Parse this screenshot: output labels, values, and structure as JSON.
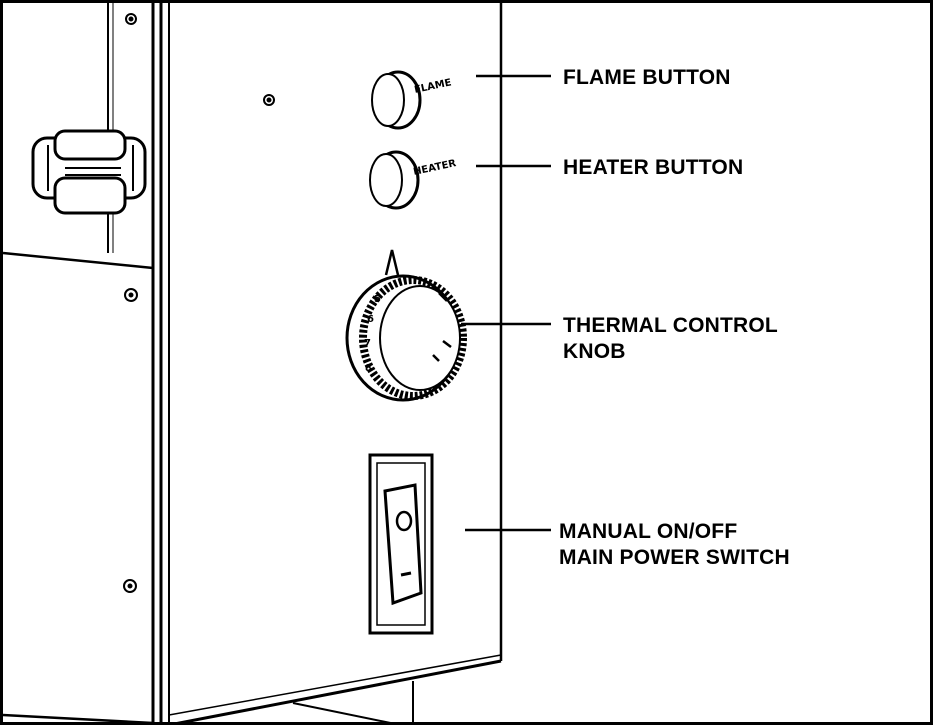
{
  "labels": {
    "flame_button": "FLAME BUTTON",
    "heater_button": "HEATER BUTTON",
    "thermal_line1": "THERMAL CONTROL",
    "thermal_line2": "KNOB",
    "power_line1": "MANUAL ON/OFF",
    "power_line2": "MAIN POWER SWITCH"
  },
  "panel_markings": {
    "flame": "FLAME",
    "heater": "HEATER",
    "knob_numbers": [
      "5",
      "6",
      "7",
      "8"
    ]
  },
  "colors": {
    "ink": "#000000",
    "background": "#ffffff"
  }
}
